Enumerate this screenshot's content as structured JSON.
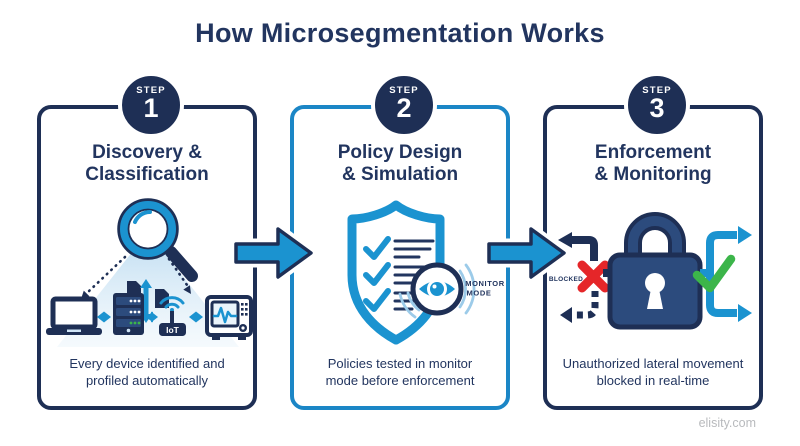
{
  "title": "How Microsegmentation Works",
  "footer": {
    "brand": "elisity.com"
  },
  "palette": {
    "navy": "#1e2f55",
    "text_navy": "#22355f",
    "blue": "#1b93d0",
    "panel2_border_blue": "#1b86c6",
    "light_blue_cone": "#bcdcf2",
    "ripple_blue": "#9ccbe9",
    "lock_fill": "#2c4b7d",
    "green_check": "#3cb54a",
    "red_x": "#e52629",
    "footer_gray": "#b8babd"
  },
  "steps": [
    {
      "badge_label": "STEP",
      "badge_number": "1",
      "heading1": "Discovery &",
      "heading2": "Classification",
      "caption1": "Every device identified and",
      "caption2": "profiled automatically"
    },
    {
      "badge_label": "STEP",
      "badge_number": "2",
      "heading1": "Policy Design",
      "heading2": "& Simulation",
      "caption1": "Policies tested in monitor",
      "caption2": "mode before enforcement"
    },
    {
      "badge_label": "STEP",
      "badge_number": "3",
      "heading1": "Enforcement",
      "heading2": "& Monitoring",
      "caption1": "Unauthorized lateral movement",
      "caption2": "blocked in real-time"
    }
  ],
  "icon_labels": {
    "iot": "IoT",
    "monitor1": "MONITOR",
    "monitor2": "MODE",
    "blocked": "BLOCKED"
  },
  "icons": [
    "magnifier-icon",
    "laptop-icon",
    "server-icon",
    "iot-icon",
    "medical-monitor-icon",
    "documents-icon",
    "shield-checklist-icon",
    "eye-monitor-badge-icon",
    "lock-icon",
    "blocked-x-icon",
    "allowed-check-icon",
    "flow-arrow-icon"
  ]
}
